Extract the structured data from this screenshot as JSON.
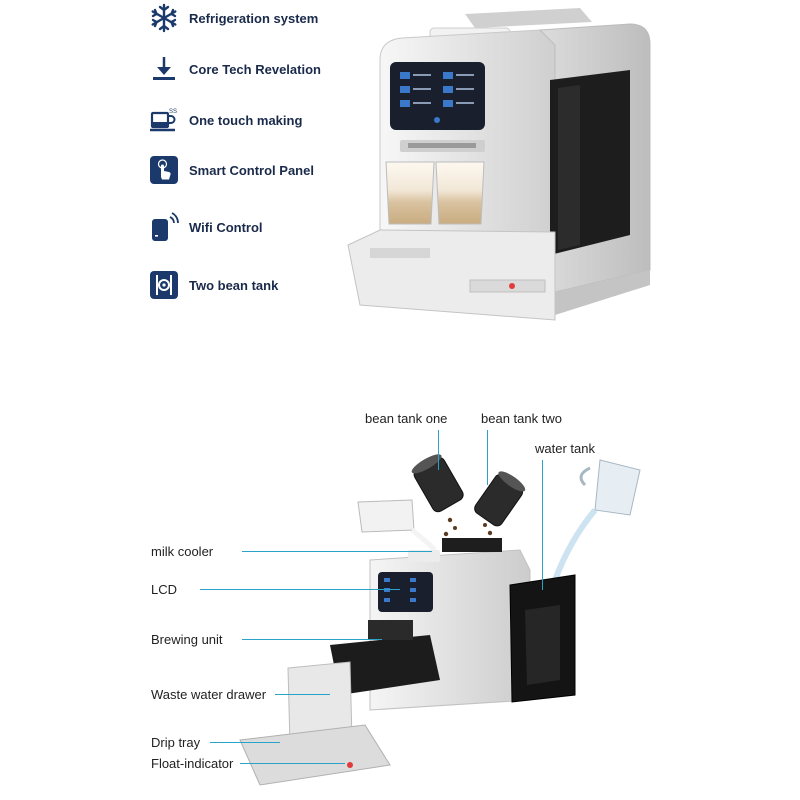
{
  "features": [
    {
      "label": "Refrigeration system",
      "icon": "snowflake-icon"
    },
    {
      "label": "Core Tech Revelation",
      "icon": "download-arrow-icon"
    },
    {
      "label": "One touch making",
      "icon": "coffee-cup-icon"
    },
    {
      "label": "Smart Control Panel",
      "icon": "touch-hand-icon"
    },
    {
      "label": "Wifi Control",
      "icon": "wifi-phone-icon"
    },
    {
      "label": "Two bean tank",
      "icon": "bean-tank-icon"
    }
  ],
  "callouts": {
    "bean_tank_one": "bean tank one",
    "bean_tank_two": "bean tank two",
    "water_tank": "water tank",
    "milk_cooler": "milk cooler",
    "lcd": "LCD",
    "brewing_unit": "Brewing unit",
    "waste_water_drawer": "Waste water drawer",
    "drip_tray": "Drip tray",
    "float_indicator": "Float-indicator"
  },
  "colors": {
    "icon_navy": "#1b3a6b",
    "leader_line": "#2aa3c8",
    "machine_body": "#eeeeee",
    "screen": "#1a1f2e"
  }
}
